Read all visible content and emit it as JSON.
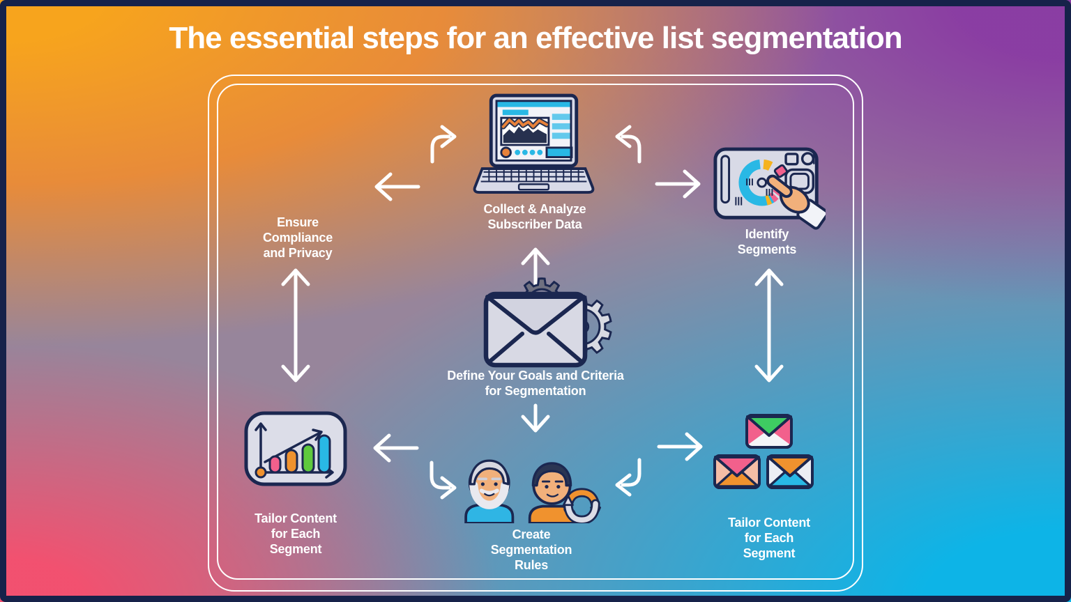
{
  "title": "The essential steps for an effective list segmentation",
  "steps": {
    "collect": {
      "label": "Collect & Analyze\nSubscriber Data",
      "icon": "laptop-analytics-icon"
    },
    "compliance": {
      "label": "Ensure\nCompliance\nand Privacy",
      "icon": "gears-icon"
    },
    "identify": {
      "label": "Identify\nSegments",
      "icon": "segment-dashboard-icon"
    },
    "define": {
      "label": "Define Your Goals and Criteria\nfor Segmentation",
      "icon": "envelope-icon"
    },
    "tailor_content_left": {
      "label": "Tailor Content\nfor Each\nSegment",
      "icon": "bar-chart-icon"
    },
    "create_rules": {
      "label": "Create\nSegmentation\nRules",
      "icon": "people-sync-icon"
    },
    "tailor_content_right": {
      "label": "Tailor Content\nfor Each\nSegment",
      "icon": "envelope-stack-icon"
    }
  },
  "icons": {
    "gear_glyph": "⚙"
  },
  "colors": {
    "frame_navy": "#16224a",
    "outline_navy": "#1b2750",
    "white": "#ffffff",
    "cyan": "#29b8e5",
    "orange": "#f0922e",
    "pink": "#f2608c",
    "green": "#3ecc62",
    "yellow": "#f5b21e",
    "lavender": "#d8dae6",
    "skin": "#f1b07b",
    "bg_top_left": "#f7a41d",
    "bg_top_right": "#8a3ba3",
    "bg_bottom_left": "#f54f6e",
    "bg_bottom_right": "#0db4e7"
  }
}
